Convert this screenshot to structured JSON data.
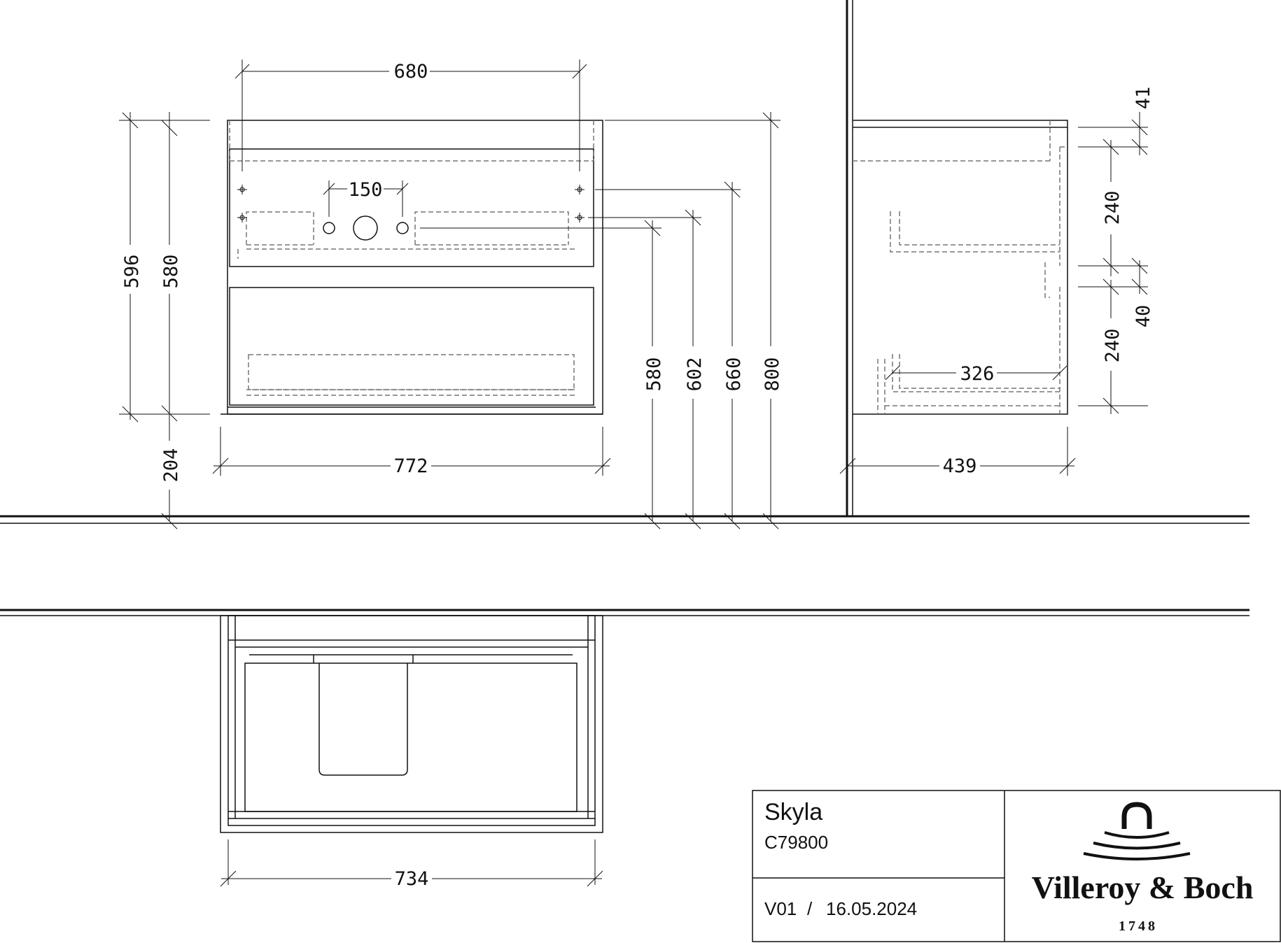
{
  "title_block": {
    "product_name": "Skyla",
    "article_code": "C79800",
    "version": "V01",
    "separator": "/",
    "date": "16.05.2024",
    "brand_name": "Villeroy & Boch",
    "brand_year": "1748"
  },
  "dimensions": {
    "front_view": {
      "tap_hole_spacing": "680",
      "hole_spacing": "150",
      "overall_height": "596",
      "body_height": "580",
      "floor_clearance": "204",
      "overall_width": "772",
      "height_580": "580",
      "height_602": "602",
      "height_660": "660",
      "height_800": "800"
    },
    "side_view": {
      "top_edge": "41",
      "drawer_height_upper": "240",
      "gap": "40",
      "drawer_height_lower": "240",
      "drawer_depth": "326",
      "overall_depth": "439"
    },
    "top_view": {
      "inner_width": "734"
    }
  }
}
